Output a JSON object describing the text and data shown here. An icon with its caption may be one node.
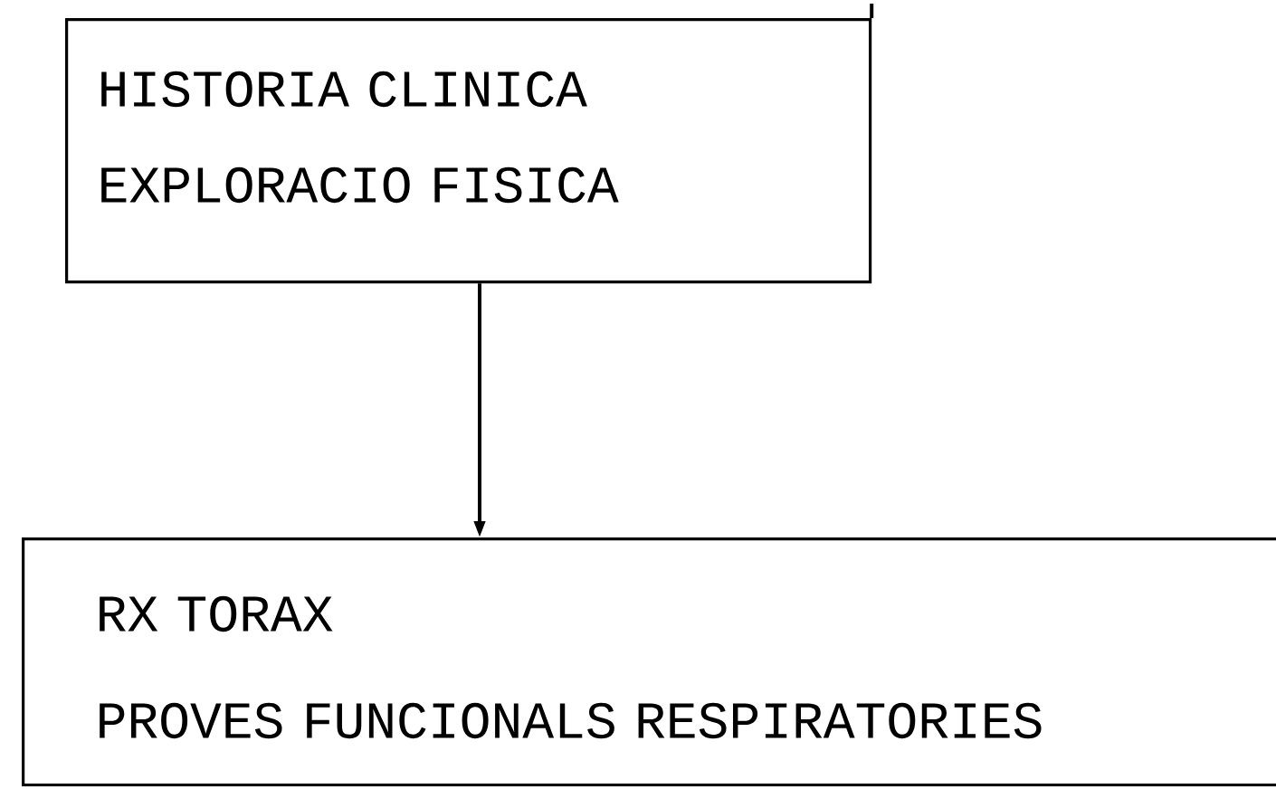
{
  "diagram": {
    "nodes": [
      {
        "text": [
          "HISTORIA CLINICA",
          "EXPLORACIO FISICA"
        ]
      },
      {
        "text": [
          "RX TORAX",
          "PROVES FUNCIONALS RESPIRATORIES"
        ]
      }
    ],
    "edges": [
      {
        "from": 0,
        "to": 1,
        "arrow": "to"
      },
      {
        "from": null,
        "to": 0,
        "arrow": "none"
      }
    ]
  }
}
